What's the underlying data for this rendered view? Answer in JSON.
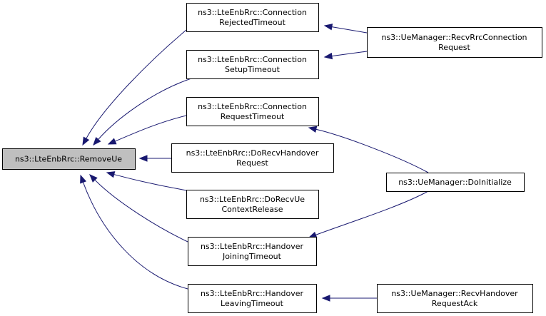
{
  "graph": {
    "colors": {
      "edge": "#191970",
      "root_fill": "#bfbfbf",
      "node_fill": "#ffffff",
      "border": "#000000"
    },
    "nodes": {
      "remove_ue": [
        "ns3::LteEnbRrc::RemoveUe"
      ],
      "conn_rejected_timeout": [
        "ns3::LteEnbRrc::Connection",
        "RejectedTimeout"
      ],
      "conn_setup_timeout": [
        "ns3::LteEnbRrc::Connection",
        "SetupTimeout"
      ],
      "conn_request_timeout": [
        "ns3::LteEnbRrc::Connection",
        "RequestTimeout"
      ],
      "do_recv_handover_request": [
        "ns3::LteEnbRrc::DoRecvHandover",
        "Request"
      ],
      "do_recv_ue_context_release": [
        "ns3::LteEnbRrc::DoRecvUe",
        "ContextRelease"
      ],
      "handover_joining_timeout": [
        "ns3::LteEnbRrc::Handover",
        "JoiningTimeout"
      ],
      "handover_leaving_timeout": [
        "ns3::LteEnbRrc::Handover",
        "LeavingTimeout"
      ],
      "recv_rrc_connection_request": [
        "ns3::UeManager::RecvRrcConnection",
        "Request"
      ],
      "do_initialize": [
        "ns3::UeManager::DoInitialize"
      ],
      "recv_handover_request_ack": [
        "ns3::UeManager::RecvHandover",
        "RequestAck"
      ]
    },
    "edges": [
      {
        "from": "conn_rejected_timeout",
        "to": "remove_ue"
      },
      {
        "from": "conn_setup_timeout",
        "to": "remove_ue"
      },
      {
        "from": "conn_request_timeout",
        "to": "remove_ue"
      },
      {
        "from": "do_recv_handover_request",
        "to": "remove_ue"
      },
      {
        "from": "do_recv_ue_context_release",
        "to": "remove_ue"
      },
      {
        "from": "handover_joining_timeout",
        "to": "remove_ue"
      },
      {
        "from": "handover_leaving_timeout",
        "to": "remove_ue"
      },
      {
        "from": "recv_rrc_connection_request",
        "to": "conn_rejected_timeout"
      },
      {
        "from": "recv_rrc_connection_request",
        "to": "conn_setup_timeout"
      },
      {
        "from": "do_initialize",
        "to": "conn_request_timeout"
      },
      {
        "from": "do_initialize",
        "to": "handover_joining_timeout"
      },
      {
        "from": "recv_handover_request_ack",
        "to": "handover_leaving_timeout"
      }
    ]
  }
}
